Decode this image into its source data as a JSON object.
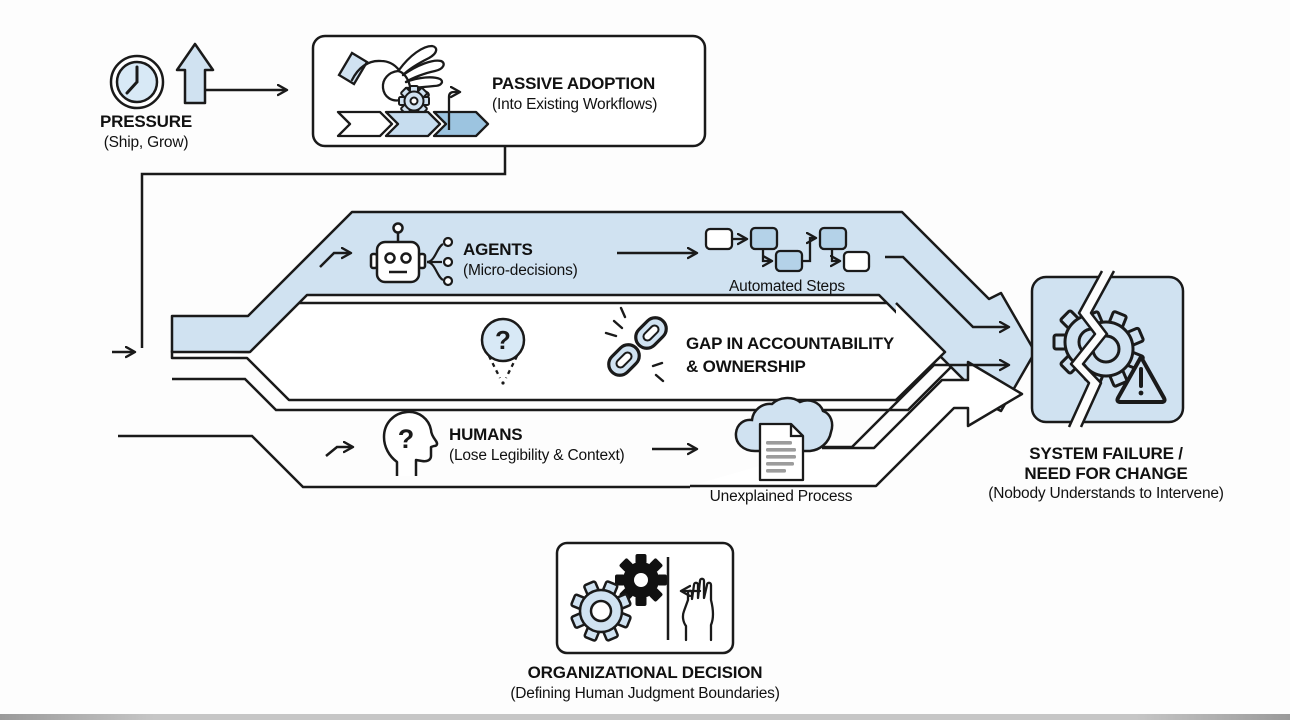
{
  "pressure": {
    "title": "PRESSURE",
    "subtitle": "(Ship, Grow)"
  },
  "passive_adoption": {
    "title": "PASSIVE ADOPTION",
    "subtitle": "(Into Existing Workflows)"
  },
  "agents": {
    "title": "AGENTS",
    "subtitle": "(Micro-decisions)"
  },
  "automated_steps": {
    "label": "Automated Steps"
  },
  "gap": {
    "line1": "GAP IN ACCOUNTABILITY",
    "line2": "& OWNERSHIP"
  },
  "humans": {
    "title": "HUMANS",
    "subtitle": "(Lose Legibility & Context)"
  },
  "unexplained_process": {
    "label": "Unexplained Process"
  },
  "system_failure": {
    "line1": "SYSTEM FAILURE /",
    "line2": "NEED FOR CHANGE",
    "line3": "(Nobody Understands to Intervene)"
  },
  "organizational_decision": {
    "title": "ORGANIZATIONAL DECISION",
    "subtitle": "(Defining Human Judgment Boundaries)"
  },
  "glyphs": {
    "pin_question": "?",
    "head_question": "?",
    "warning_exclamation": "!"
  },
  "icons": {
    "clock-icon": "clock face",
    "up-arrow-icon": "upward block arrow",
    "hand-gear-icon": "hand dropping gear",
    "pipeline-icon": "chevron pipeline with flag",
    "robot-icon": "robot head",
    "branch-icon": "decision fork",
    "automated-steps-icon": "connected flowchart boxes",
    "location-pin-icon": "map pin with question mark",
    "broken-chain-icon": "straining chain links",
    "head-question-icon": "human profile with question mark",
    "cloud-document-icon": "cloud with blurred document",
    "broken-gear-icon": "gear split by crack",
    "warning-triangle-icon": "alert triangle",
    "gears-icon": "two meshed gears",
    "hand-stop-icon": "raised hand with left arrow"
  },
  "colors": {
    "band_blue": "#d0e2f1",
    "icon_blue": "#d8e9f6",
    "chevron_mid": "#c7ddef",
    "chevron_dark": "#9cc4e0",
    "outline": "#1a1a1a",
    "doc_text_gray": "#8b8b8b"
  }
}
